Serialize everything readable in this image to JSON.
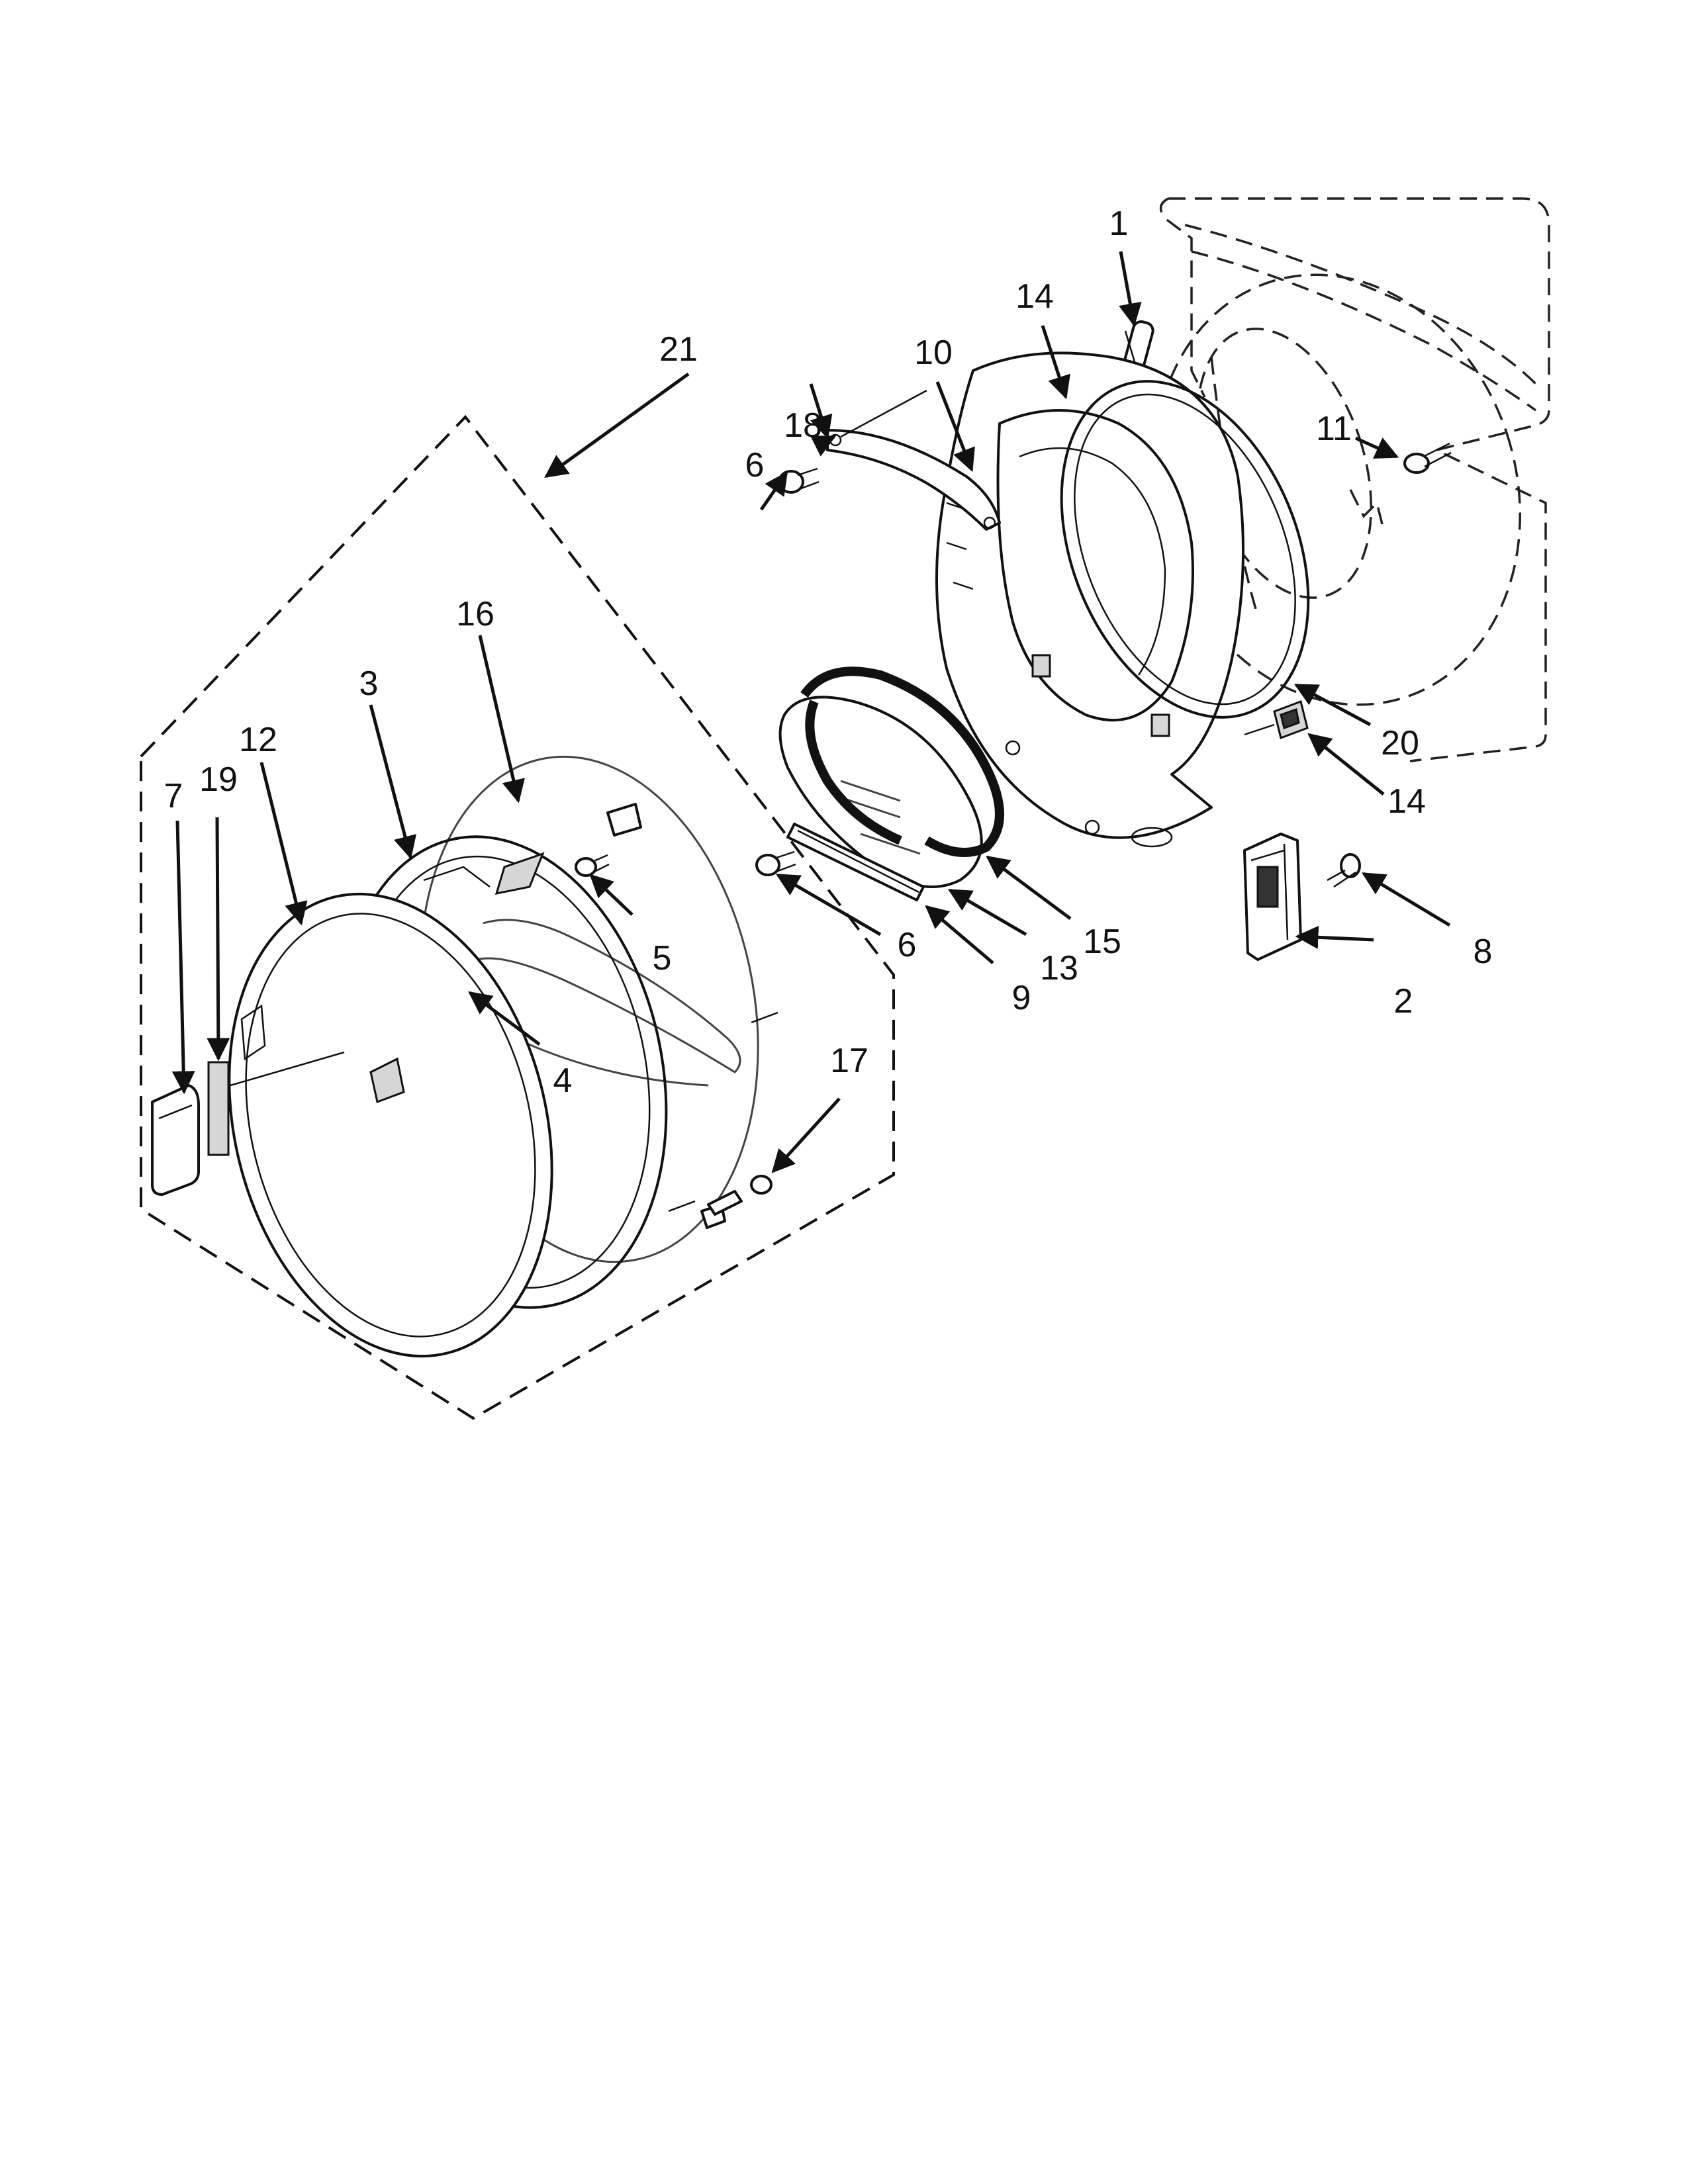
{
  "callouts": {
    "c1": "1",
    "c2": "2",
    "c3": "3",
    "c4": "4",
    "c5": "5",
    "c6a": "6",
    "c6b": "6",
    "c7": "7",
    "c8": "8",
    "c9": "9",
    "c10": "10",
    "c11": "11",
    "c12": "12",
    "c13": "13",
    "c14a": "14",
    "c14b": "14",
    "c15": "15",
    "c16": "16",
    "c17": "17",
    "c18": "18",
    "c19": "19",
    "c20": "20",
    "c21": "21"
  }
}
